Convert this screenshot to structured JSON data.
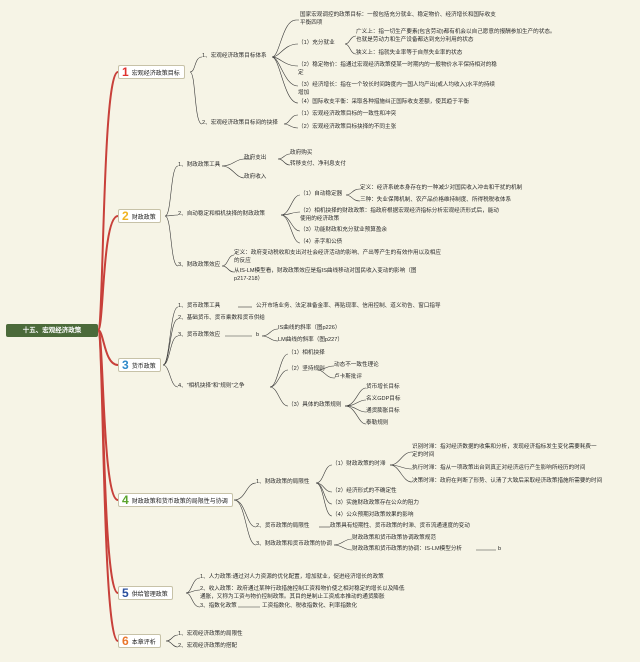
{
  "root": "十五、宏观经济政策",
  "sections": [
    {
      "num": "1",
      "title": "宏观经济政策目标",
      "color": "#e0322e"
    },
    {
      "num": "2",
      "title": "财政政策",
      "color": "#f0b323"
    },
    {
      "num": "3",
      "title": "货币政策",
      "color": "#2e89c9"
    },
    {
      "num": "4",
      "title": "财政政策和货币政策的局限性与协调",
      "color": "#5aa42c"
    },
    {
      "num": "5",
      "title": "供给管理政策",
      "color": "#2a4f9e"
    },
    {
      "num": "6",
      "title": "本章评析",
      "color": "#e9762b"
    }
  ],
  "s1": {
    "a": "1、宏观经济政策目标体系",
    "a_intro": "国家宏观调控的政策目标：一般包括充分就业、稳定物价、经济增长和国际收支",
    "a_intro2": "平衡四项",
    "a1": "（1）充分就业",
    "a1a": "广义上：指一切生产要素(包含劳动)都有机会以自己愿意的报酬参加生产的状态。",
    "a1a2": "也就是劳动力和生产设备都达到充分利用的状态",
    "a1b": "狭义上：指就失业率等于自然失业率的状态",
    "a2": "（2）稳定物价：指通过宏观经济政策使某一时期内的一般物价水平保持相对的稳",
    "a2b": "定",
    "a3": "（3）经济增长：指在一个较长时间跨度内一国人均产出(或人均收入)水平的持续",
    "a3b": "增加",
    "a4": "（4）国际收支平衡：采取各种措施纠正国际收支差额，使其趋于平衡",
    "b": "2、宏观经济政策目标间的抉择",
    "b1": "（1）宏观经济政策目标的一致性和冲突",
    "b2": "（2）宏观经济政策目标抉择的不同主张"
  },
  "s2": {
    "a": "1、财政政策工具",
    "a1": "政府支出",
    "a1a": "政府购买",
    "a1b": "转移支付、净利息支付",
    "a2": "政府收入",
    "b": "2、自动稳定和相机抉择的财政政策",
    "b1": "（1）自动稳定器",
    "b1a": "定义：经济系统本身存在的一种减少对国民收入冲击和干扰的机制",
    "b1b": "三种：失业保障机制、农产品价格维持制度、所得税税收体系",
    "b2": "（2）相机抉择的财政政策：指政府根据宏观经济指标分析宏观经济形式后，能动",
    "b2b": "使用的经济政策",
    "b3": "（3）功能财政和充分就业预算盈余",
    "b4": "（4）赤字和公债",
    "c": "3、财政政策效应",
    "c1": "定义：政府变动税收和支出对社会经济活动的影响、产出等产生的有效作用以及相应",
    "c1b": "的反应",
    "c2": "从IS-LM模型看，财政政策效应是指IS曲线移动对国民收入变动的影响（图",
    "c2b": "p217-218）"
  },
  "s3": {
    "a": "1、货币政策工具",
    "a_desc": "公开市场业务、法定准备金率、再贴现率、信用控制、道义劝告、窗口指导",
    "b": "2、基础货币、货币乘数和货币供给",
    "c": "3、货币政策效应",
    "c_b": "b",
    "c1": "IS曲线的斜率（图p226）",
    "c2": "LM曲线的斜率（图p227）",
    "d": "4、“相机抉择”和“规则”之争",
    "d1": "（1）相机抉择",
    "d2": "（2）坚持规则",
    "d2a": "动态不一致性理论",
    "d2b": "卢卡斯批评",
    "d3": "（3）具体的政策规则",
    "d3a": "货币增长目标",
    "d3b": "名义GDP目标",
    "d3c": "通货膨胀目标",
    "d3d": "泰勒规则"
  },
  "s4": {
    "a": "1、财政政策的局限性",
    "a1": "（1）财政政策的时滞",
    "a1a": "识别时滞：指对经济数据的收集和分析，发现经济指标发生变化需要耗费一",
    "a1a2": "定的时间",
    "a1b": "执行时滞：指从一项政策出台到真正对经济运行产生影响所经历的时间",
    "a1c": "决策时滞：政府在判断了形势、认清了大致后采取经济政策措施所需要的时间",
    "a2": "（2）经济形式的不确定性",
    "a3": "（3）实施财政政策存在公众的阻力",
    "a4": "（4）公众预期对政策效果的影响",
    "b": "2、货币政策的局限性",
    "b_desc": "政策具有短期性、货币政策的时滞、货币流通速度的变动",
    "c": "3、财政政策和货币政策的协调",
    "c1": "财政政策和货币政策协调政策规范",
    "c2": "财政政策和货币政策的协调：IS-LM模型分析",
    "c2_b": "b"
  },
  "s5": {
    "a": "1、人力政策:通过对人力资源的优化配置，增加就业，促进经济增长的政策",
    "b": "2、收入政策：政府通过某种行政措施控制工资和物价使之相对稳定的增长以及降低",
    "b2": "通胀，又称为工资与物价控制政策。其目的是制止工资成本推动的通货膨胀",
    "c": "3、指数化政策",
    "c_desc": "工资指数化、税收指数化、利率指数化"
  },
  "s6": {
    "a": "1、宏观经济政策的局限性",
    "b": "2、宏观经济政策的搭配"
  },
  "colors": {
    "root_bg": "#4b6a3a",
    "branch": "#c8403a",
    "line": "#3a3a3a",
    "background": "#f6f4e6"
  }
}
